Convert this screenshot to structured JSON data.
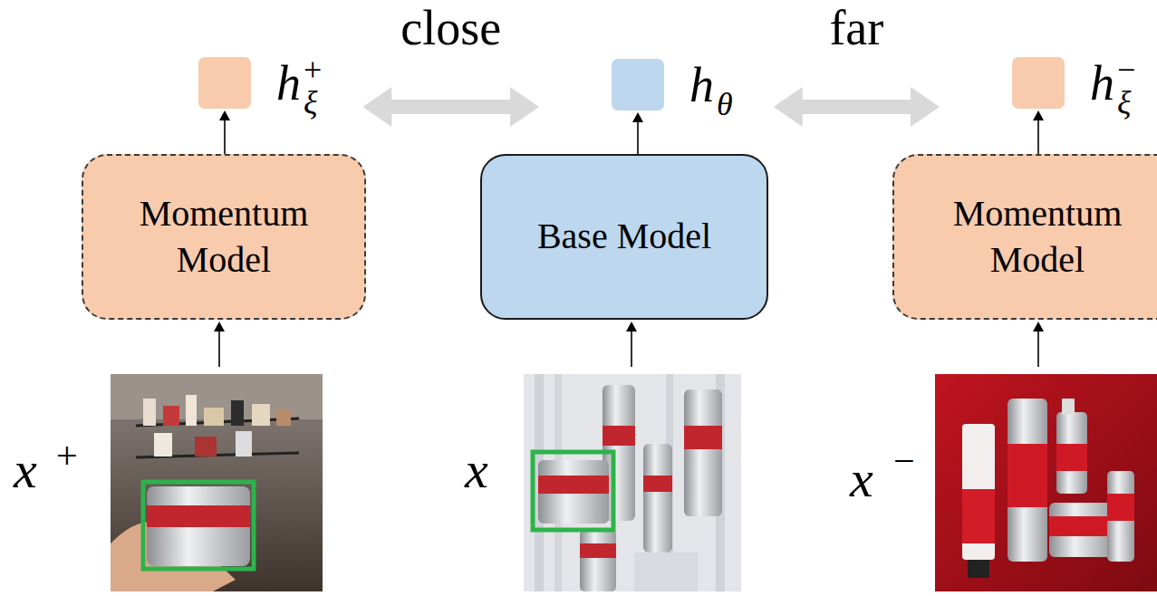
{
  "diagram": {
    "nodes": [
      {
        "text": [
          "h",
          "+",
          "ξ"
        ]
      },
      {
        "text": [
          "h",
          "θ"
        ]
      },
      {
        "text": [
          "h",
          "−",
          "ξ"
        ]
      },
      {
        "text": [
          "Momentum Model"
        ]
      },
      {
        "text": [
          "Base Model"
        ]
      },
      {
        "text": [
          "Momentum Model"
        ]
      }
    ],
    "edges": [
      {
        "from": 0,
        "to": 1,
        "arrow": "both",
        "label": "close"
      },
      {
        "from": 1,
        "to": 2,
        "arrow": "both",
        "label": "far"
      },
      {
        "from": 3,
        "to": 0,
        "arrow": "to"
      },
      {
        "from": 4,
        "to": 1,
        "arrow": "to"
      },
      {
        "from": 5,
        "to": 2,
        "arrow": "to"
      }
    ],
    "labels": [
      "x",
      "+",
      "x",
      "x",
      "−"
    ]
  }
}
